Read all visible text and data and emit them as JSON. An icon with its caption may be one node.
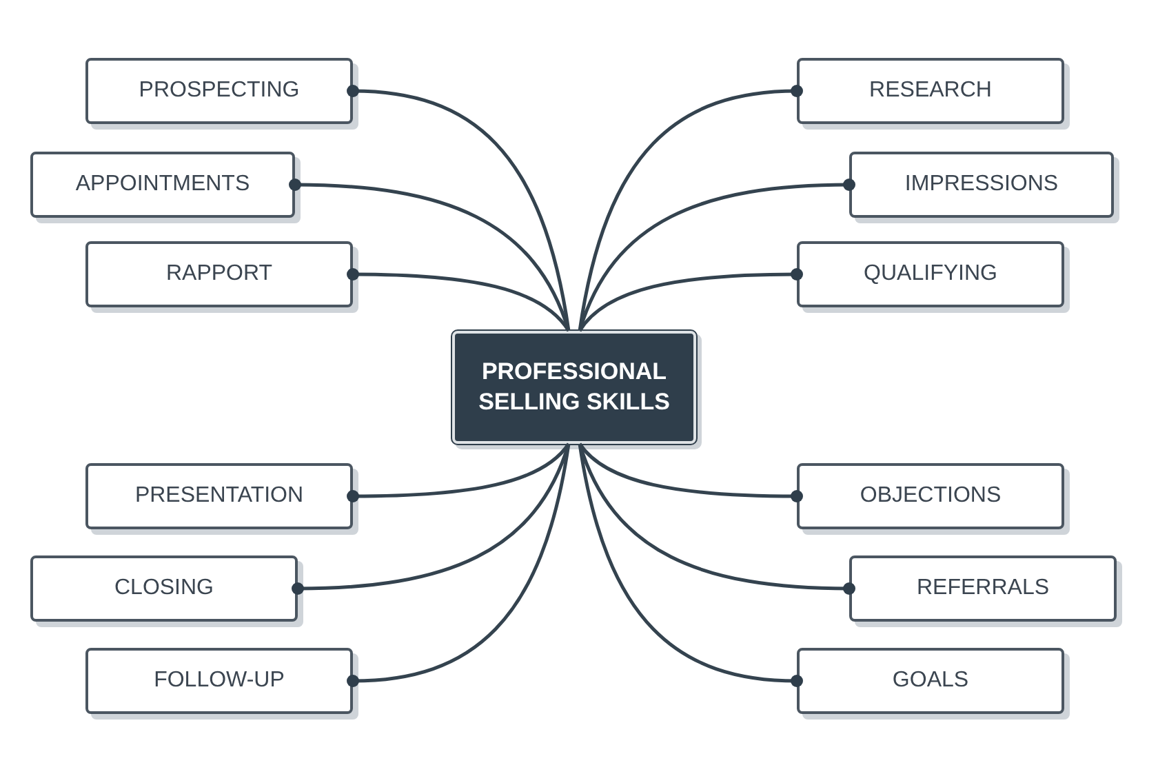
{
  "diagram": {
    "nodes": [
      {
        "text": [
          "PROFESSIONAL SELLING SKILLS"
        ]
      },
      {
        "text": [
          "PROSPECTING"
        ]
      },
      {
        "text": [
          "APPOINTMENTS"
        ]
      },
      {
        "text": [
          "RAPPORT"
        ]
      },
      {
        "text": [
          "PRESENTATION"
        ]
      },
      {
        "text": [
          "CLOSING"
        ]
      },
      {
        "text": [
          "FOLLOW-UP"
        ]
      },
      {
        "text": [
          "RESEARCH"
        ]
      },
      {
        "text": [
          "IMPRESSIONS"
        ]
      },
      {
        "text": [
          "QUALIFYING"
        ]
      },
      {
        "text": [
          "OBJECTIONS"
        ]
      },
      {
        "text": [
          "REFERRALS"
        ]
      },
      {
        "text": [
          "GOALS"
        ]
      }
    ],
    "edges": [
      {
        "from": 0,
        "to": 1,
        "arrow": "other"
      },
      {
        "from": 0,
        "to": 2,
        "arrow": "other"
      },
      {
        "from": 0,
        "to": 3,
        "arrow": "other"
      },
      {
        "from": 0,
        "to": 4,
        "arrow": "other"
      },
      {
        "from": 0,
        "to": 5,
        "arrow": "other"
      },
      {
        "from": 0,
        "to": 6,
        "arrow": "other"
      },
      {
        "from": 0,
        "to": 7,
        "arrow": "other"
      },
      {
        "from": 0,
        "to": 8,
        "arrow": "other"
      },
      {
        "from": 0,
        "to": 9,
        "arrow": "other"
      },
      {
        "from": 0,
        "to": 10,
        "arrow": "other"
      },
      {
        "from": 0,
        "to": 11,
        "arrow": "other"
      },
      {
        "from": 0,
        "to": 12,
        "arrow": "other"
      }
    ]
  }
}
